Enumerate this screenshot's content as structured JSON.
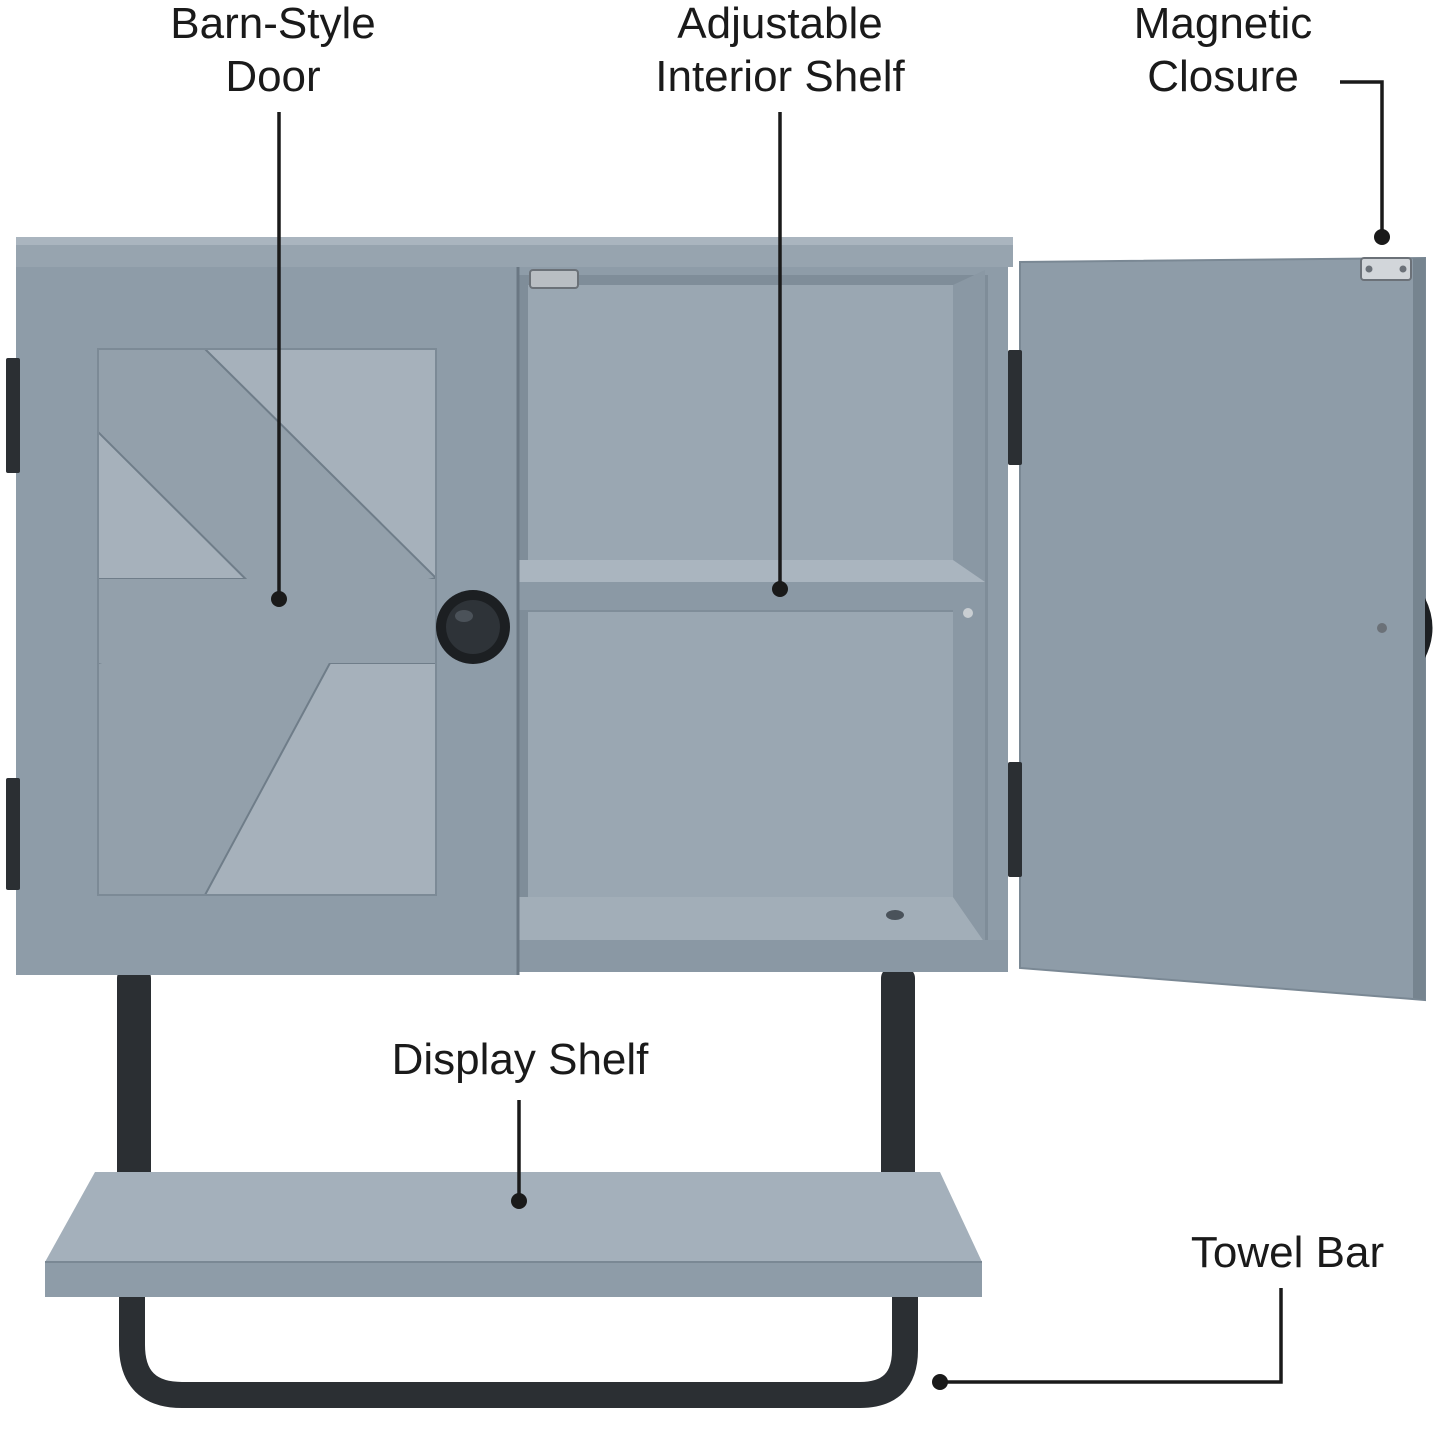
{
  "callouts": {
    "barn_door": {
      "line1": "Barn-Style",
      "line2": "Door"
    },
    "interior_shelf": {
      "line1": "Adjustable",
      "line2": "Interior Shelf"
    },
    "magnetic_closure": {
      "line1": "Magnetic",
      "line2": "Closure"
    },
    "display_shelf": {
      "label": "Display Shelf"
    },
    "towel_bar": {
      "label": "Towel Bar"
    }
  },
  "colors": {
    "cabinet": "#8e9ca8",
    "cabinet_light": "#a4b0bb",
    "cabinet_dark": "#6f7d89",
    "interior": "#9aa7b2",
    "metal": "#2b2f33",
    "leader": "#1a1a1a"
  }
}
